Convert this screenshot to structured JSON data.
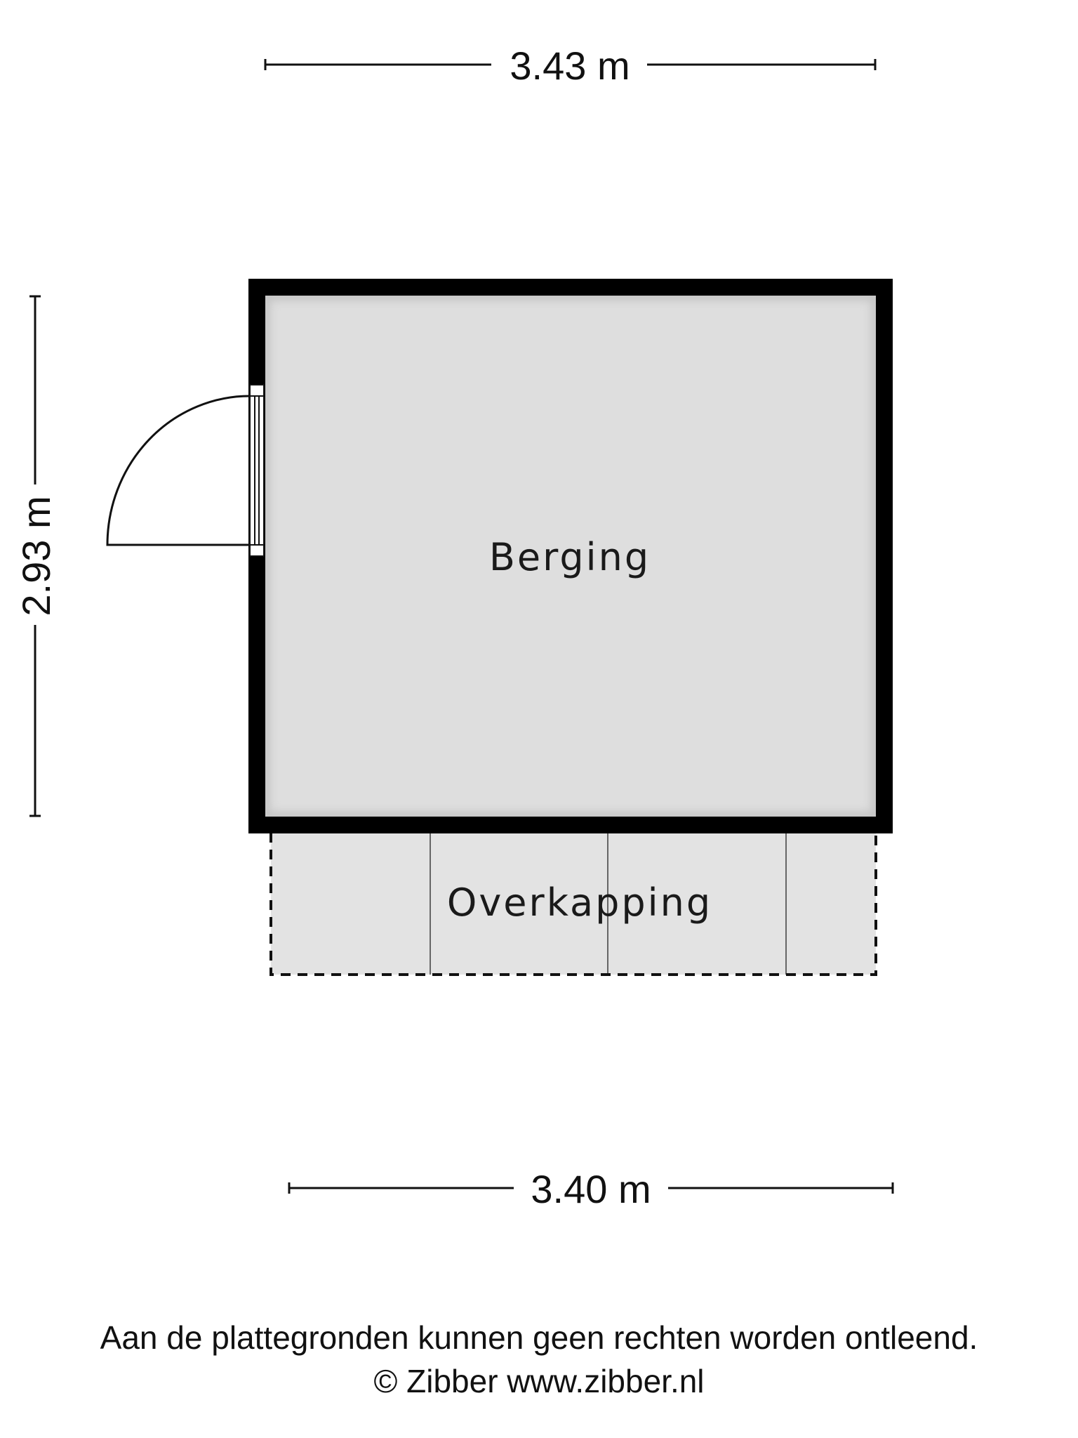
{
  "dimensions": {
    "top_width": "3.43 m",
    "left_height": "2.93 m",
    "bottom_width": "3.40 m"
  },
  "rooms": {
    "storage": "Berging",
    "canopy": "Overkapping"
  },
  "footer": {
    "disclaimer": "Aan de plattegronden kunnen geen rechten worden ontleend.",
    "copyright": "© Zibber www.zibber.nl"
  },
  "colors": {
    "wall": "#000000",
    "floor": "#dedede",
    "canopy_floor": "#e3e3e3"
  }
}
